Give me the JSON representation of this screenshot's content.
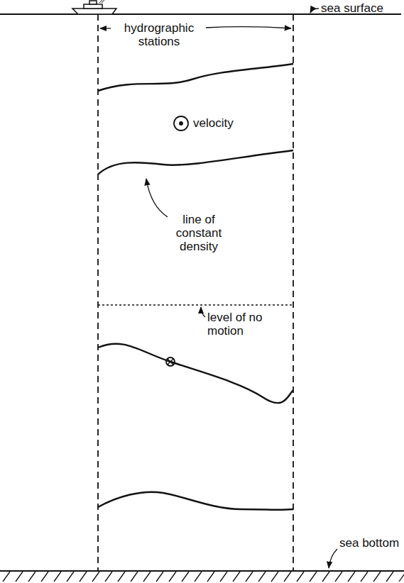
{
  "diagram": {
    "labels": [
      "sea surface",
      "hydrographic stations",
      "velocity",
      "line of constant density",
      "level of no motion",
      "sea bottom"
    ]
  }
}
